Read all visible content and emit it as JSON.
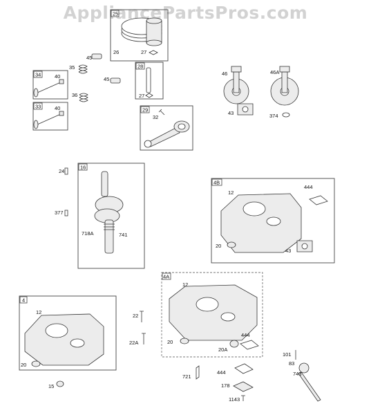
{
  "watermark": "AppliancePartsPros.com",
  "groups": {
    "g25": "25",
    "g34": "34",
    "g33": "33",
    "g28": "28",
    "g29": "29",
    "g16": "16",
    "g4b": "4B",
    "g4a": "4A",
    "g4": "4"
  },
  "callouts": {
    "c26": "26",
    "c27a": "27",
    "c45a": "45",
    "c35": "35",
    "c40a": "40",
    "c36": "36",
    "c40b": "40",
    "c45b": "45",
    "c27b": "27",
    "c32": "32",
    "c46": "46",
    "c46a": "46A",
    "c43a": "43",
    "c374": "374",
    "c24": "24",
    "c377": "377",
    "c718a": "718A",
    "c741": "741",
    "c12a": "12",
    "c444a": "444",
    "c20a": "20",
    "c43b": "43",
    "c12b": "12",
    "c22": "22",
    "c22a": "22A",
    "c20b": "20",
    "c20c": "20A",
    "c444b": "444",
    "c101": "101",
    "c83": "83",
    "c743": "743",
    "c12c": "12",
    "c20d": "20",
    "c15": "15",
    "c721": "721",
    "c444c": "444",
    "c178": "178",
    "c1143": "1143"
  }
}
